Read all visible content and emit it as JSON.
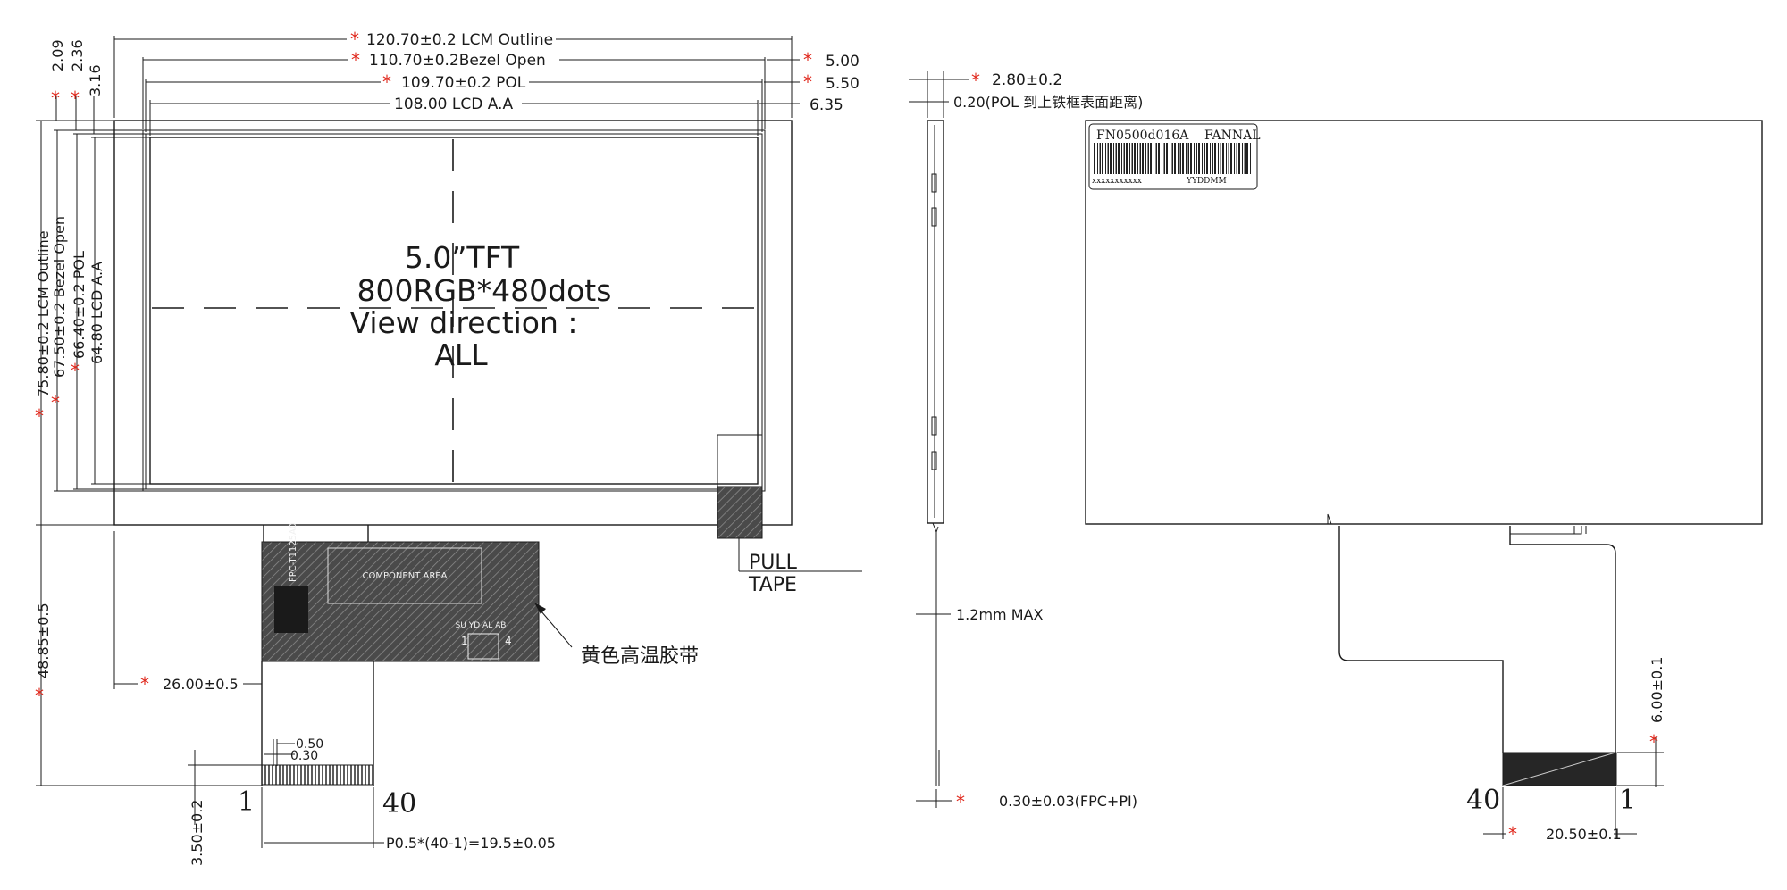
{
  "front": {
    "title": "5.0”TFT",
    "resolution": "800RGB*480dots",
    "view_direction": "View direction :",
    "view_value": "ALL",
    "dims": {
      "lcm_outline_w": "120.70±0.2  LCM Outline",
      "bezel_open_w": "110.70±0.2Bezel  Open",
      "pol_w": "109.70±0.2  POL",
      "lcd_aa_w": "108.00  LCD  A.A",
      "right_5_00": "5.00",
      "right_5_50": "5.50",
      "right_6_35": "6.35",
      "top_2_09": "2.09",
      "top_2_36": "2.36",
      "top_3_16": "3.16",
      "lcm_outline_h": "75.80±0.2  LCM  Outline",
      "bezel_open_h": "67.50±0.2 Bezel  Open",
      "pol_h": "66.40±0.2  POL",
      "lcd_aa_h": "64.80  LCD  A.A",
      "fpc_len": "48.85±0.5",
      "fpc_offset": "26.00±0.5",
      "pitch_050": "0.50",
      "pitch_030": "0.30",
      "bottom_350": "3.50±0.2",
      "pin_span": "P0.5*(40-1)=19.5±0.05"
    },
    "pin_1": "1",
    "pin_40": "40",
    "component_area": "COMPONENT  AREA",
    "fpc_code": "FPC-T1125A0",
    "ic_label": "SU  YD  AL  AB",
    "ic_pin1": "1",
    "ic_pin4": "4",
    "pull_tape": [
      "PULL",
      "TAPE"
    ],
    "yellow_tape_note": "黄色高温胶带"
  },
  "side": {
    "thickness": "2.80±0.2",
    "pol_note": "0.20(POL  到上铁框表面距离)",
    "max_height": "1.2mm  MAX",
    "fpc_thickness": "0.30±0.03(FPC+PI)"
  },
  "back": {
    "model": "FN0500d016A",
    "brand": "FANNAL",
    "barcode_serial": "xxxxxxxxxxx",
    "barcode_date": "YYDDMM",
    "stiffener_len": "6.00±0.1",
    "fpc_width": "20.50±0.1",
    "pin_40": "40",
    "pin_1": "1"
  },
  "marker": "*",
  "colors": {
    "line": "#1a1a1a",
    "marker": "#e0281c",
    "tape": "#4a4a4a"
  }
}
